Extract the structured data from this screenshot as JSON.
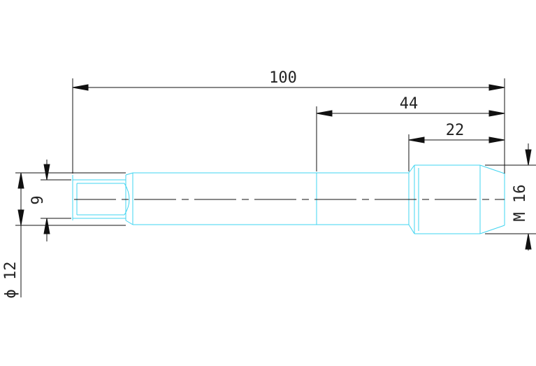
{
  "drawing": {
    "dimensions": {
      "overall_length": "100",
      "length_44": "44",
      "length_22": "22",
      "inner_diameter": "9",
      "outer_diameter": "ϕ 12",
      "thread": "M 16"
    },
    "colors": {
      "background": "#ffffff",
      "part_outline": "#3fd4f0",
      "dimension_lines": "#111111",
      "text": "#222222"
    }
  }
}
